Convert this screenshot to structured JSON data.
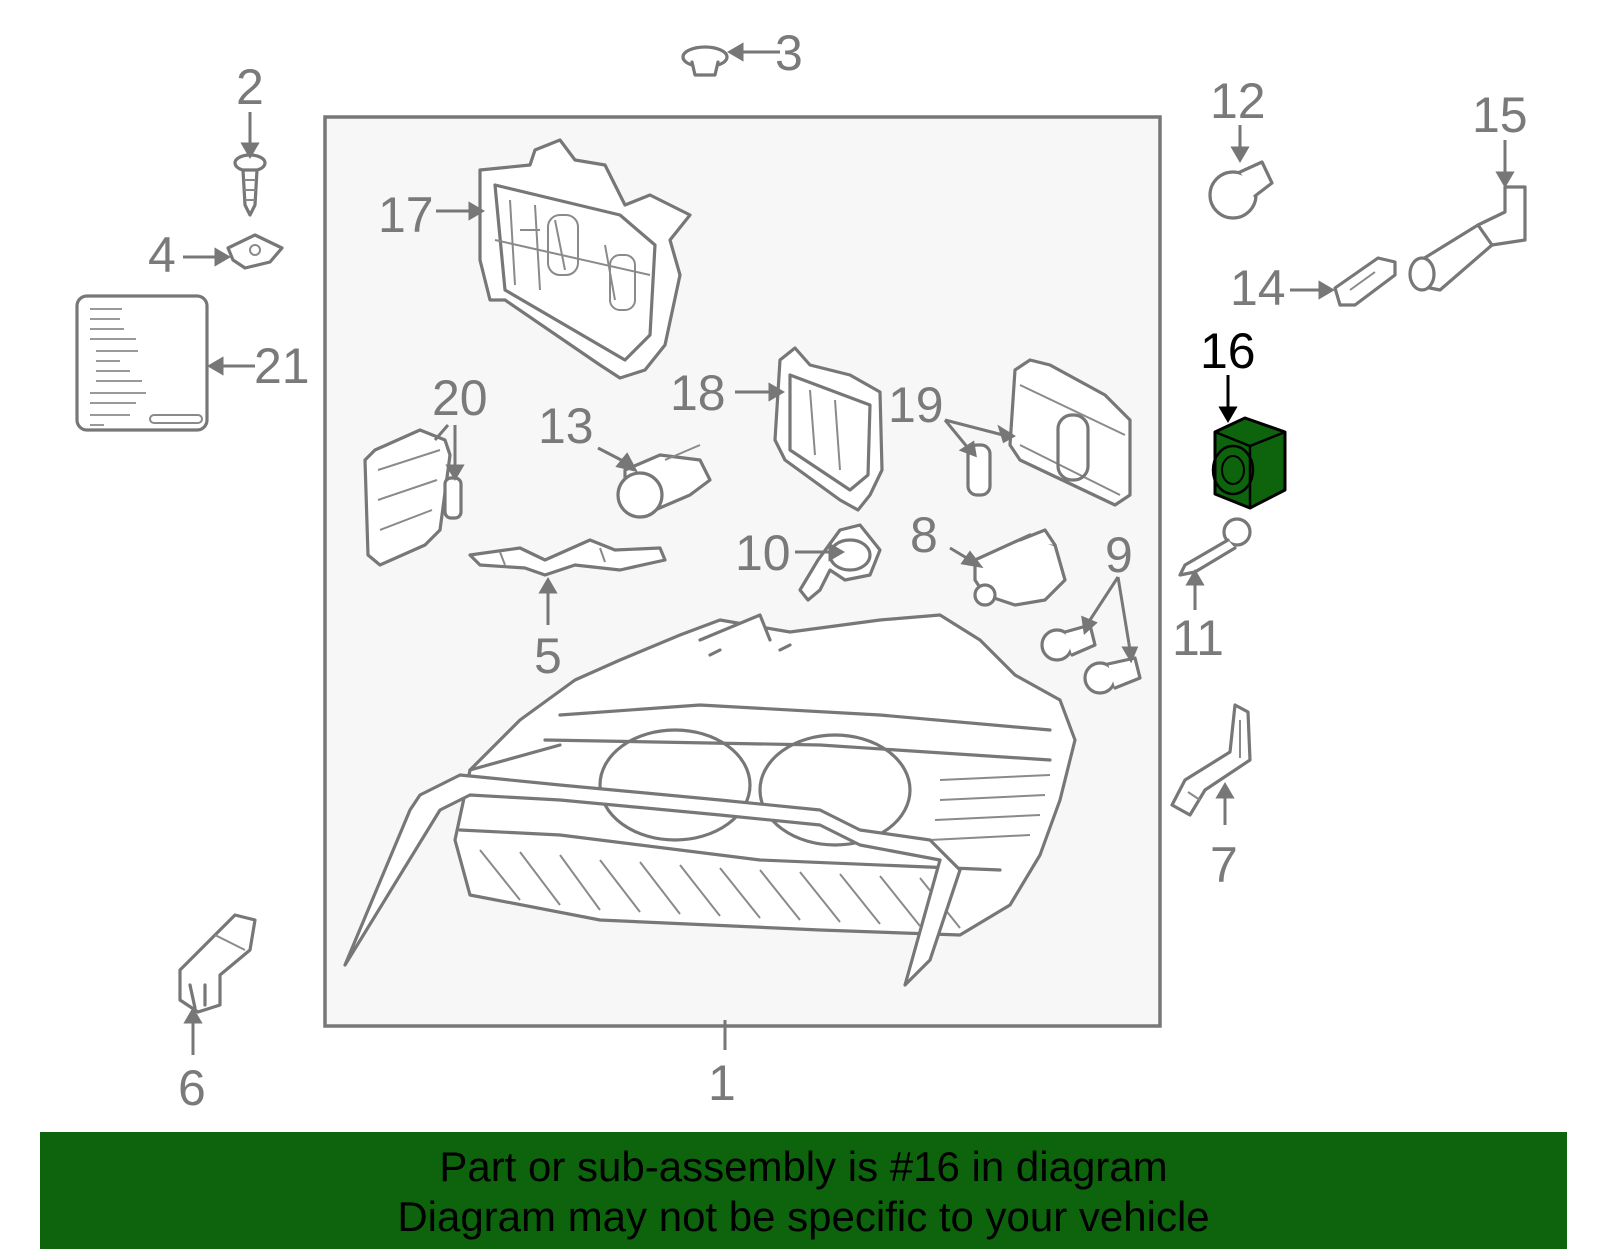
{
  "diagram": {
    "labels": [
      {
        "id": "1",
        "text": "1"
      },
      {
        "id": "2",
        "text": "2"
      },
      {
        "id": "3",
        "text": "3"
      },
      {
        "id": "4",
        "text": "4"
      },
      {
        "id": "5",
        "text": "5"
      },
      {
        "id": "6",
        "text": "6"
      },
      {
        "id": "7",
        "text": "7"
      },
      {
        "id": "8",
        "text": "8"
      },
      {
        "id": "9",
        "text": "9"
      },
      {
        "id": "10",
        "text": "10"
      },
      {
        "id": "11",
        "text": "11"
      },
      {
        "id": "12",
        "text": "12"
      },
      {
        "id": "13",
        "text": "13"
      },
      {
        "id": "14",
        "text": "14"
      },
      {
        "id": "15",
        "text": "15"
      },
      {
        "id": "16",
        "text": "16"
      },
      {
        "id": "17",
        "text": "17"
      },
      {
        "id": "18",
        "text": "18"
      },
      {
        "id": "19",
        "text": "19"
      },
      {
        "id": "20",
        "text": "20"
      },
      {
        "id": "21",
        "text": "21"
      }
    ],
    "highlighted_part": "16",
    "colors": {
      "line": "#777777",
      "highlight_fill": "#0d640d",
      "banner": "#0d640d",
      "panel": "#f7f7f7"
    }
  },
  "banner": {
    "line1": "Part or sub-assembly is #16 in diagram",
    "line2": "Diagram may not be specific to your vehicle"
  }
}
